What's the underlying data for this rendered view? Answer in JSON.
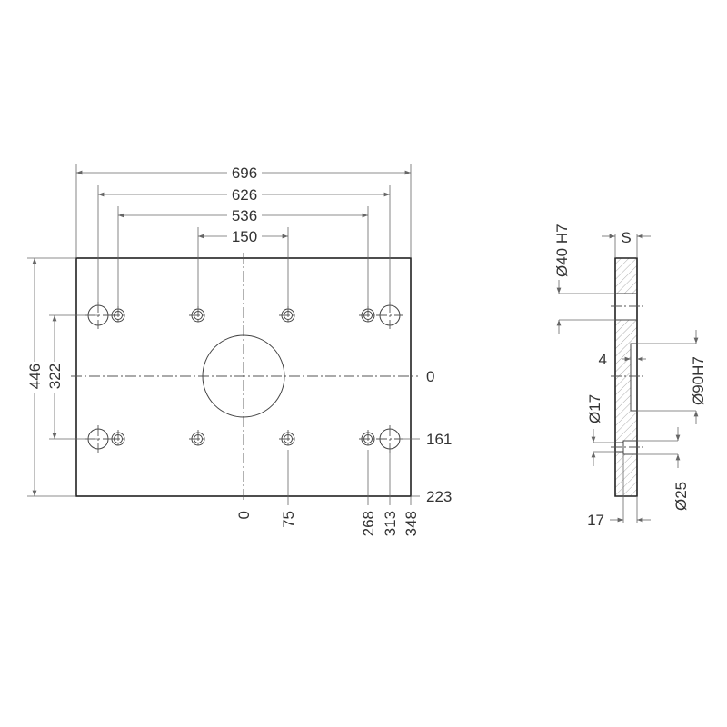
{
  "front_view": {
    "width_dims": {
      "overall": "696",
      "outer_holes": "626",
      "inner_holes": "536",
      "center_holes": "150"
    },
    "height_dims": {
      "overall": "446",
      "holes": "322"
    },
    "y_coords": {
      "center": "0",
      "holes": "161",
      "edge": "223"
    },
    "x_coords": {
      "center": "0",
      "hole_1": "75",
      "hole_2": "268",
      "hole_3": "313",
      "edge": "348"
    }
  },
  "side_view": {
    "thickness": "S",
    "bore_top": "Ø40 H7",
    "recess_depth": "4",
    "recess_dia": "Ø90H7",
    "hole_dia": "Ø17",
    "counterbore_dia": "Ø25",
    "counterbore_depth": "17"
  }
}
